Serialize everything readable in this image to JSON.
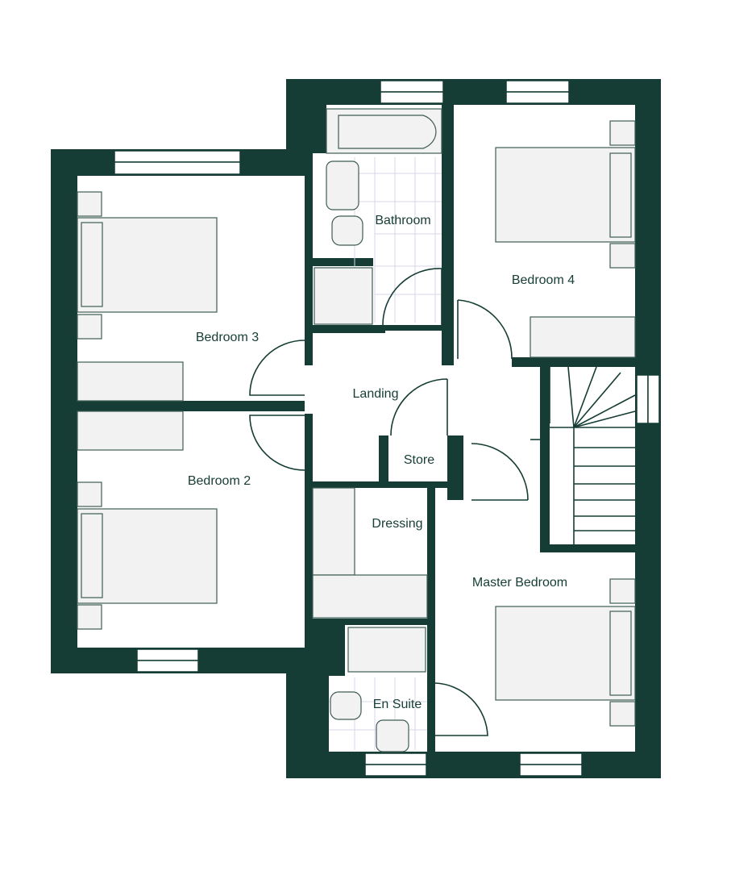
{
  "plan": {
    "colors": {
      "wall": "#153d35",
      "furniture": "#f2f2f2",
      "floor": "#ffffff"
    },
    "rooms": {
      "bathroom": "Bathroom",
      "bedroom4": "Bedroom 4",
      "bedroom3": "Bedroom 3",
      "landing": "Landing",
      "store": "Store",
      "bedroom2": "Bedroom 2",
      "dressing": "Dressing",
      "master": "Master Bedroom",
      "ensuite": "En Suite"
    }
  }
}
